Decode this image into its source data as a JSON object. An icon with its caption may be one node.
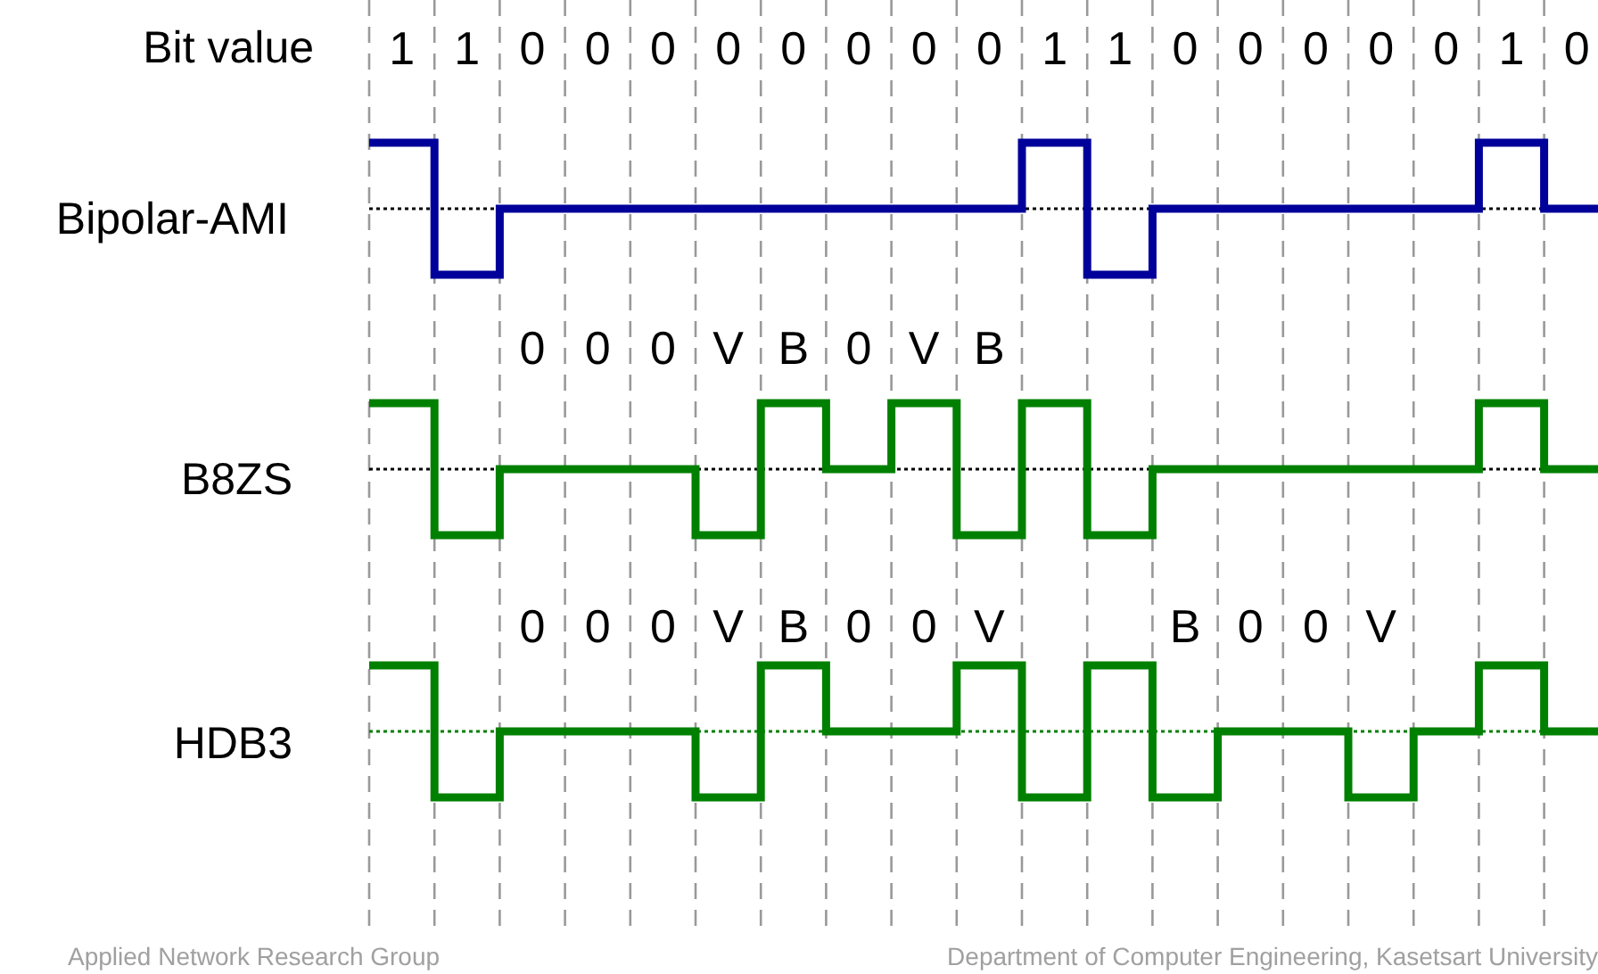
{
  "diagram": {
    "labels": [
      "Bit value",
      "1",
      "1",
      "0",
      "0",
      "0",
      "0",
      "0",
      "0",
      "0",
      "0",
      "1",
      "1",
      "0",
      "0",
      "0",
      "0",
      "0",
      "1",
      "0",
      "Bipolar-AMI",
      "0",
      "0",
      "0",
      "V",
      "B",
      "0",
      "V",
      "B",
      "B8ZS",
      "0",
      "0",
      "0",
      "V",
      "B",
      "0",
      "0",
      "V",
      "B",
      "0",
      "0",
      "V",
      "HDB3",
      "Applied Network Research Group",
      "Department of Computer Engineering, Kasetsart University"
    ]
  }
}
